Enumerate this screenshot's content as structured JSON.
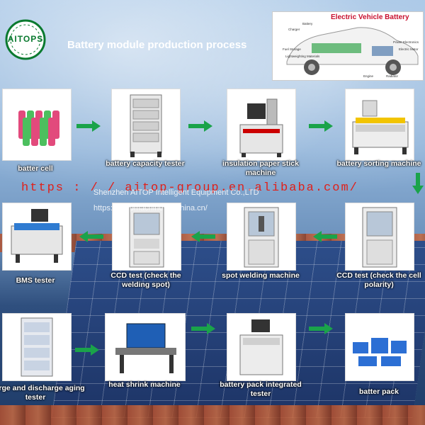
{
  "logo": {
    "text": "AITOPS"
  },
  "title": "Battery module production process",
  "inset": {
    "title": "Electric Vehicle Battery",
    "labels": [
      "Battery",
      "Charger",
      "Fuel Storage",
      "Lightweighting Materials",
      "Power Electronics",
      "Electric Motor",
      "Engine",
      "Radiator"
    ]
  },
  "steps": [
    {
      "id": "cell",
      "label": "batter cell"
    },
    {
      "id": "capacity",
      "label": "battery capacity tester"
    },
    {
      "id": "insulation",
      "label": "insulation paper stick machine"
    },
    {
      "id": "sorting",
      "label": "battery sorting machine"
    },
    {
      "id": "ccd-polarity",
      "label": "CCD test (check the cell polarity)"
    },
    {
      "id": "spot-welding",
      "label": "spot welding machine"
    },
    {
      "id": "ccd-weld",
      "label": "CCD test (check the welding spot)"
    },
    {
      "id": "bms",
      "label": "BMS tester"
    },
    {
      "id": "aging",
      "label": "charge and discharge aging tester"
    },
    {
      "id": "heat-shrink",
      "label": "heat shrink machine"
    },
    {
      "id": "integrated",
      "label": "battery pack integrated tester"
    },
    {
      "id": "pack",
      "label": "batter pack"
    }
  ],
  "watermarks": {
    "url1": "https : / / aitop-group.en.alibaba.com/",
    "company": "Shenzhen AITOP Intelligent Equipment Co.,LTD",
    "url2": "https://aitopmachine.en.china.cn/"
  },
  "colors": {
    "arrow": "#1aa34a",
    "inset_title": "#c8102e",
    "logo": "#0a7a2f",
    "watermark": "#e0201a"
  }
}
